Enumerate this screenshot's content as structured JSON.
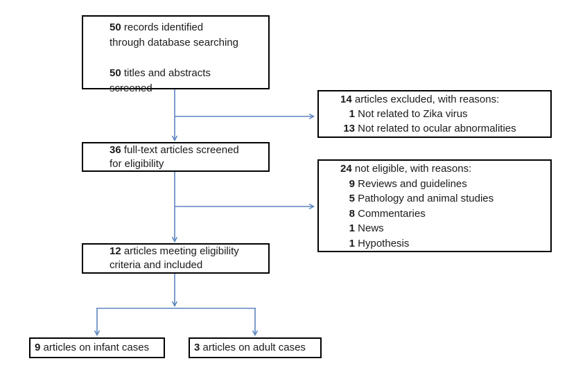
{
  "colors": {
    "arrow": "#5b84c0",
    "box_border": "#000000",
    "text": "#1a1a1a",
    "background": "#ffffff"
  },
  "diagram": {
    "box_records": {
      "lines": [
        {
          "num": "50",
          "rest": " records identified"
        },
        {
          "rest": "through database searching"
        },
        {
          "num": "50",
          "rest": " titles and abstracts"
        },
        {
          "rest": "screened"
        }
      ]
    },
    "box_excluded": {
      "title": {
        "num": "14",
        "rest": " articles excluded, with reasons:"
      },
      "items": [
        {
          "num": "1",
          "rest": " Not related to Zika virus"
        },
        {
          "num": "13",
          "rest": " Not related to ocular abnormalities"
        }
      ]
    },
    "box_fulltext": {
      "lines": [
        {
          "num": "36",
          "rest": " full-text articles screened"
        },
        {
          "rest": "for eligibility"
        }
      ]
    },
    "box_not_eligible": {
      "title": {
        "num": "24",
        "rest": " not eligible, with reasons:"
      },
      "items": [
        {
          "num": "9",
          "rest": " Reviews and guidelines"
        },
        {
          "num": "5",
          "rest": " Pathology and animal studies"
        },
        {
          "num": "8",
          "rest": " Commentaries"
        },
        {
          "num": "1",
          "rest": " News"
        },
        {
          "num": "1",
          "rest": " Hypothesis"
        }
      ]
    },
    "box_eligible": {
      "lines": [
        {
          "num": "12",
          "rest": " articles meeting eligibility"
        },
        {
          "rest": "criteria and included"
        }
      ]
    },
    "box_infant": {
      "num": "9",
      "rest": " articles on infant cases"
    },
    "box_adult": {
      "num": "3",
      "rest": " articles on adult cases"
    }
  }
}
